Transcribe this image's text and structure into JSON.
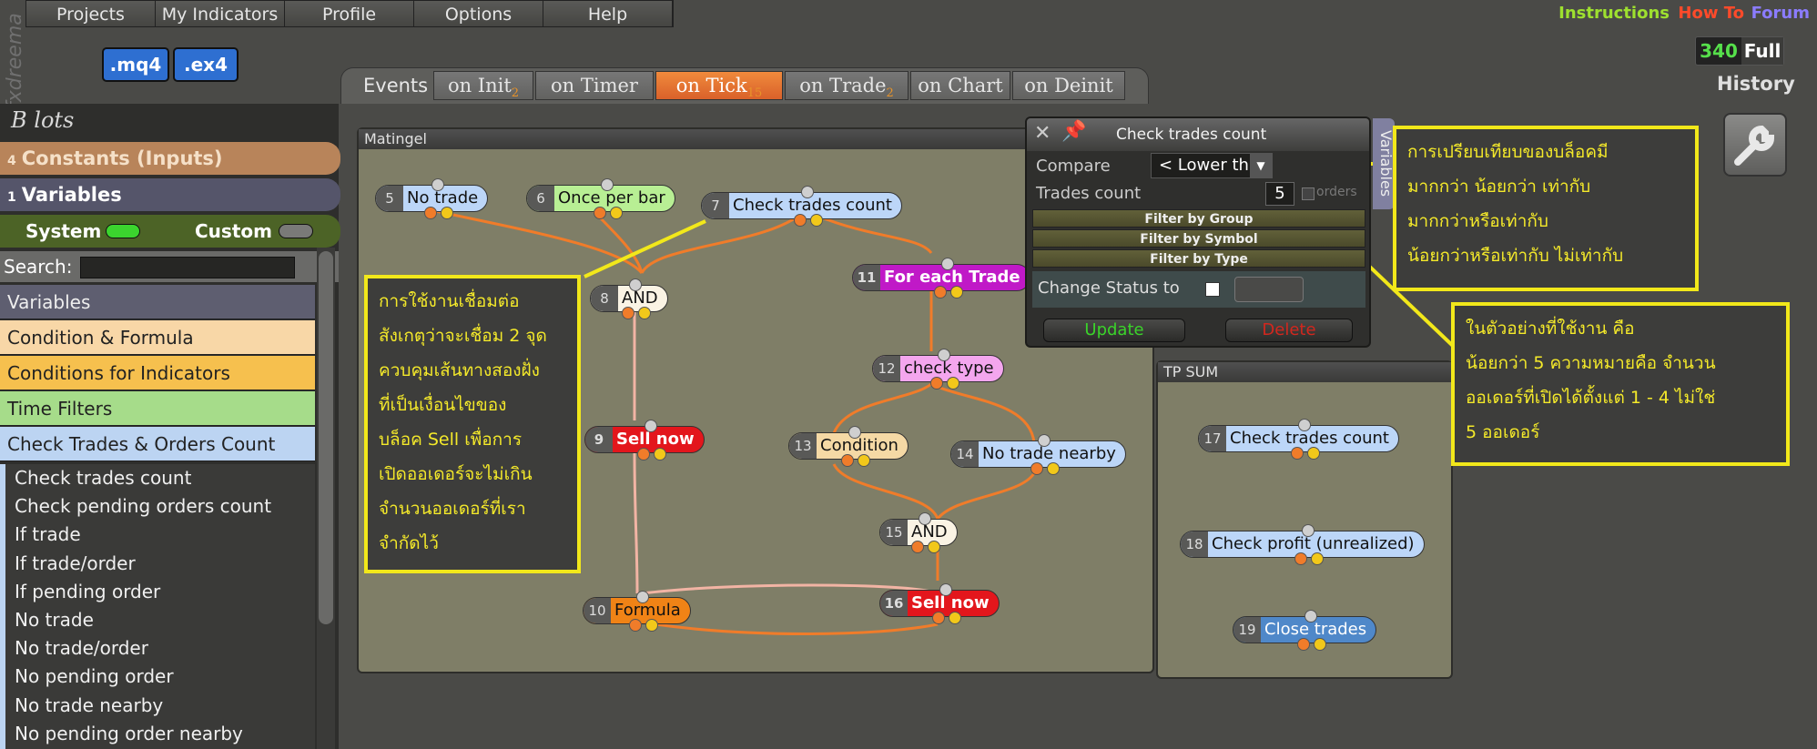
{
  "top_menu": [
    "Projects",
    "My Indicators",
    "Profile",
    "Options",
    "Help"
  ],
  "brand": "fxdreema",
  "file_buttons": {
    "mq4": ".mq4",
    "ex4": ".ex4"
  },
  "links": {
    "instructions": "Instructions",
    "howto": "How To",
    "forum": "Forum",
    "colors": {
      "instructions": "#9ee02f",
      "howto": "#ff4a2a",
      "forum": "#8b7cff"
    }
  },
  "counter": {
    "value": "340",
    "label": "Full"
  },
  "history": "History",
  "events": {
    "label": "Events",
    "tabs": [
      {
        "label": "on Init",
        "count": "2"
      },
      {
        "label": "on Timer",
        "count": ""
      },
      {
        "label": "on Tick",
        "count": "15"
      },
      {
        "label": "on Trade",
        "count": "2"
      },
      {
        "label": "on Chart",
        "count": ""
      },
      {
        "label": "on Deinit",
        "count": ""
      }
    ],
    "active": "on Tick"
  },
  "sidebar": {
    "title": "B lots",
    "constants": {
      "count": "4",
      "label": "Constants (Inputs)"
    },
    "variables": {
      "count": "1",
      "label": "Variables"
    },
    "system_label": "System",
    "custom_label": "Custom",
    "search_label": "Search:",
    "categories": [
      {
        "label": "Variables",
        "color": "#5e5e70"
      },
      {
        "label": "Condition & Formula",
        "color": "#f8d7a7"
      },
      {
        "label": "Conditions for Indicators",
        "color": "#f6c04e"
      },
      {
        "label": "Time Filters",
        "color": "#a6dc8a"
      },
      {
        "label": "Check Trades & Orders Count",
        "color": "#bcd4f2"
      }
    ],
    "blocks": [
      "Check trades count",
      "Check pending orders count",
      "If trade",
      "If trade/order",
      "If pending order",
      "No trade",
      "No trade/order",
      "No pending order",
      "No trade nearby",
      "No pending order nearby"
    ]
  },
  "panel_main": {
    "title": "Matingel",
    "nodes": [
      {
        "num": "5",
        "label": "No trade",
        "style": "blue"
      },
      {
        "num": "6",
        "label": "Once per bar",
        "style": "green"
      },
      {
        "num": "7",
        "label": "Check trades count",
        "style": "blue"
      },
      {
        "num": "8",
        "label": "AND",
        "style": "white"
      },
      {
        "num": "11",
        "label": "For each Trade",
        "style": "purple"
      },
      {
        "num": "12",
        "label": "check type",
        "style": "pink"
      },
      {
        "num": "9",
        "label": "Sell now",
        "style": "red"
      },
      {
        "num": "13",
        "label": "Condition",
        "style": "peach"
      },
      {
        "num": "14",
        "label": "No trade nearby",
        "style": "blue"
      },
      {
        "num": "15",
        "label": "AND",
        "style": "white"
      },
      {
        "num": "10",
        "label": "Formula",
        "style": "orange"
      },
      {
        "num": "16",
        "label": "Sell now",
        "style": "red"
      }
    ]
  },
  "panel_tp": {
    "title": "TP SUM",
    "nodes": [
      {
        "num": "17",
        "label": "Check trades count",
        "style": "blue"
      },
      {
        "num": "18",
        "label": "Check profit (unrealized)",
        "style": "blue"
      },
      {
        "num": "19",
        "label": "Close trades",
        "style": "steel"
      }
    ]
  },
  "dialog": {
    "title": "Check trades count",
    "compare_label": "Compare",
    "compare_value": "< Lower than",
    "trades_label": "Trades count",
    "trades_value": "5",
    "orders_label": "orders",
    "filters": [
      "Filter by Group",
      "Filter by Symbol",
      "Filter by Type"
    ],
    "status_label": "Change Status to",
    "update": "Update",
    "delete": "Delete",
    "side_tab": "Variables"
  },
  "annotations": {
    "left": "การใช้งานเชื่อมต่อ\nสังเกตุว่าจะเชื่อม 2 จุด\nควบคุมเส้นทางสองฝั่ง\nที่เป็นเงื่อนไขของ\nบล็อค Sell เพื่อการ\nเปิดออเดอร์จะไม่เกิน\nจำนวนออเดอร์ที่เรา\nจำกัดไว้",
    "top_right": "การเปรียบเทียบของบล็อคมี\nมากกว่า น้อยกว่า เท่ากับ\nมากกว่าหรือเท่ากับ\nน้อยกว่าหรือเท่ากับ  ไม่เท่ากับ",
    "bottom_right": "ในตัวอย่างที่ใช้งาน คือ\nน้อยกว่า 5  ความหมายคือ จำนวน\nออเดอร์ที่เปิดได้ตั้งแต่ 1 - 4 ไม่ใช่\n5 ออเดอร์"
  }
}
